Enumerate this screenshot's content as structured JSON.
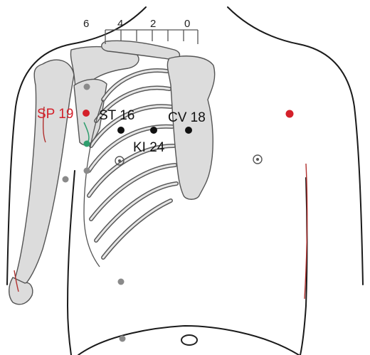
{
  "scale": {
    "ticks": [
      "6",
      "4",
      "2",
      "0"
    ]
  },
  "points": {
    "sp19": {
      "label": "SP 19",
      "color": "#d4202a"
    },
    "st16": {
      "label": "ST 16",
      "color": "#111111"
    },
    "cv18": {
      "label": "CV 18",
      "color": "#111111"
    },
    "ki24": {
      "label": "KI 24",
      "color": "#111111"
    }
  },
  "colors": {
    "highlight": "#d4202a",
    "secondary": "#2f9e6e",
    "neutral": "#8a8a8a",
    "bone": "#dcdcdc"
  }
}
